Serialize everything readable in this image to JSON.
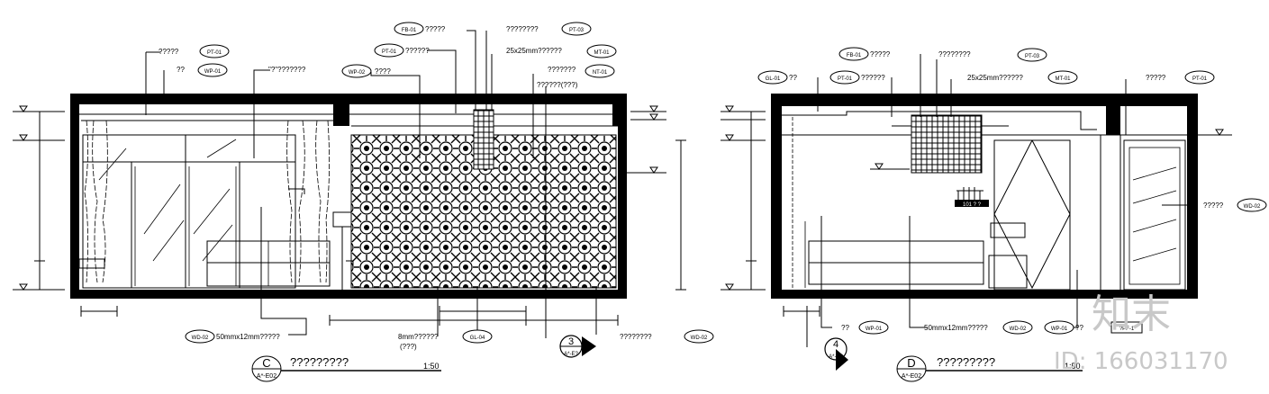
{
  "left_elevation": {
    "id": "C",
    "ref": "A*-E02",
    "title": "?????????",
    "scale": "1:50",
    "callouts": {
      "pt01_label": "?????",
      "pt01_tag": "PT-01",
      "wp01_label": "??",
      "wp01_tag": "WP-01",
      "quote_label": "\"?\"???????",
      "wp02_tag": "WP-02",
      "wp02_label": "????",
      "pt01b_tag": "PT-01",
      "pt01b_label": "??????",
      "fb01_tag": "FB-01",
      "fb01_label": "?????",
      "tube_label": "????????",
      "pt03_tag": "PT-03",
      "mt01_label": "25x25mm??????",
      "mt01_tag": "MT-01",
      "nt_label": "???????",
      "nt_tag": "NT-01",
      "nt_sub": "??????(???)",
      "wd02_label": "50mmx12mm?????",
      "wd02_tag": "WD-02",
      "glass_label": "8mm??????",
      "glass_sub": "(???)",
      "gl04_tag": "GL-04",
      "right_label": "????????",
      "right_tag": "WD-02"
    },
    "section_ref": {
      "num": "3",
      "sheet": "A*-E?"
    }
  },
  "right_elevation": {
    "id": "D",
    "ref": "A*-E02",
    "title": "?????????",
    "scale": "1:50",
    "callouts": {
      "gl01_tag": "GL-01",
      "gl01_label": "??",
      "pt01_tag": "PT-01",
      "pt01_label": "??????",
      "fb01_tag": "FB-01",
      "fb01_label": "?????",
      "tube_label": "????????",
      "pt03_tag": "PT-03",
      "mt_label": "25x25mm??????",
      "mt_tag": "MT-01",
      "right_label": "?????",
      "right_tag": "PT-01",
      "side_label": "?????",
      "side_tag": "WD-02",
      "bottom1_label": "??",
      "bottom1_tag": "WP-01",
      "bottom2_label": "50mmx12mm?????",
      "bottom2_tag": "WD-02",
      "bottom3_tag": "WP-01",
      "bottom3_label": "??",
      "bottom4_tag": "?PF-1",
      "sign": "101 ? ?"
    },
    "section_ref": {
      "num": "4",
      "sheet": "A*-E?"
    }
  },
  "watermark": {
    "logo": "知末",
    "id_text": "ID: 166031170"
  }
}
